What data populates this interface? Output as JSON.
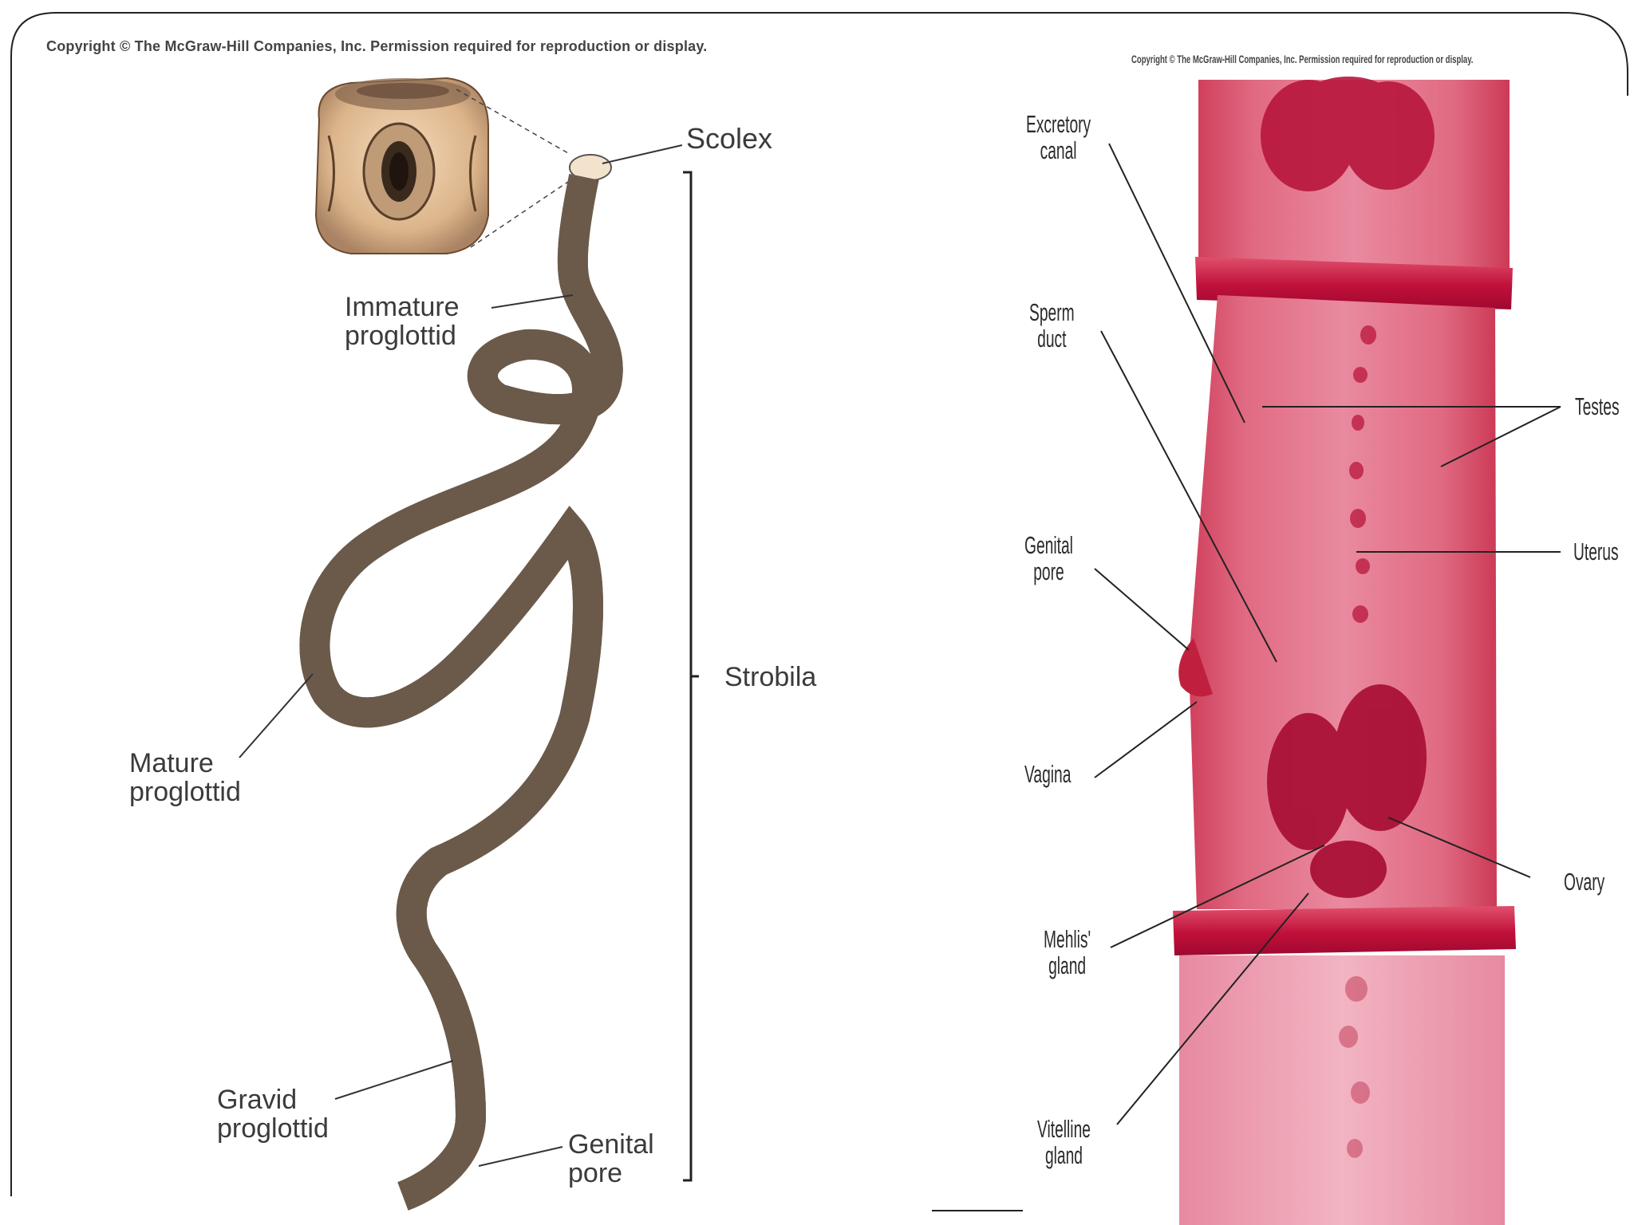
{
  "left_panel": {
    "copyright": "Copyright © The McGraw-Hill Companies, Inc. Permission required for reproduction or display.",
    "labels": {
      "scolex": "Scolex",
      "immature_proglottid": "Immature\nproglottid",
      "strobila": "Strobila",
      "mature_proglottid": "Mature\nproglottid",
      "gravid_proglottid": "Gravid\nproglottid",
      "genital_pore": "Genital\npore"
    }
  },
  "right_panel": {
    "copyright": "Copyright © The McGraw-Hill Companies, Inc. Permission required for reproduction or display.",
    "labels": {
      "excretory_canal": "Excretory\ncanal",
      "sperm_duct": "Sperm\nduct",
      "testes": "Testes",
      "genital_pore": "Genital\npore",
      "uterus": "Uterus",
      "vagina": "Vagina",
      "ovary": "Ovary",
      "mehlis_gland": "Mehlis'\ngland",
      "vitelline_gland": "Vitelline\ngland"
    }
  },
  "colors": {
    "tissue": "#d8506a",
    "tissue_dark": "#c01840",
    "worm": "#f1dcc4"
  }
}
